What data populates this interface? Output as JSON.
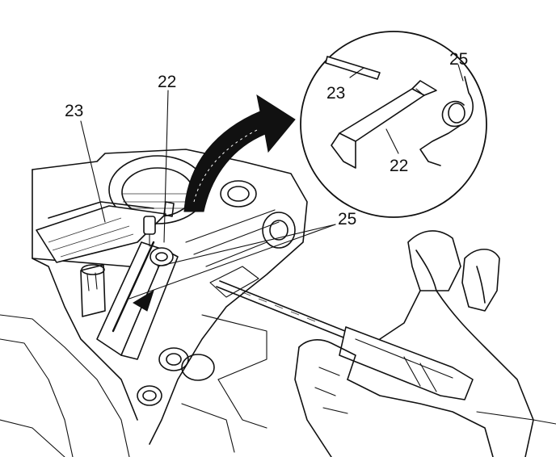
{
  "callouts": {
    "main_23": "23",
    "main_22": "22",
    "main_25": "25",
    "inset_23": "23",
    "inset_22": "22",
    "inset_25": "25"
  }
}
